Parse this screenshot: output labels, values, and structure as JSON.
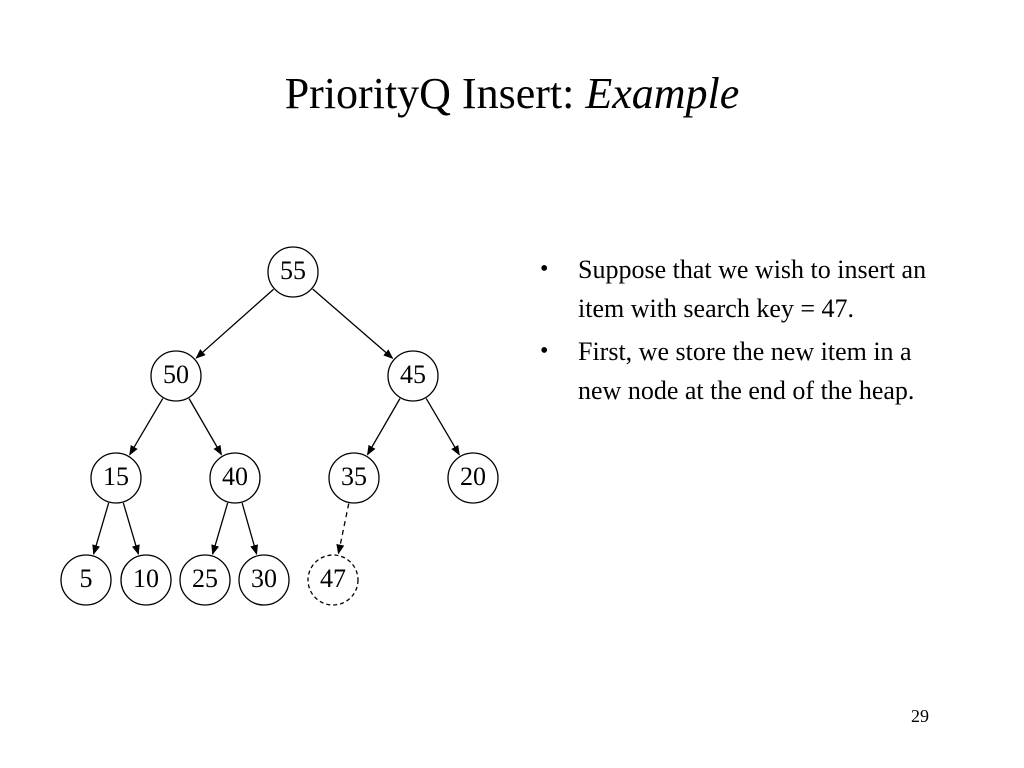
{
  "slide": {
    "title_main": "PriorityQ Insert: ",
    "title_emphasis": "Example",
    "page_number": "29"
  },
  "bullets": [
    "Suppose that we wish to insert an item with search key = 47.",
    "First, we store the new item in a new node at the end of the heap."
  ],
  "heap": {
    "nodes": [
      {
        "id": "n55",
        "label": "55",
        "style": "solid"
      },
      {
        "id": "n50",
        "label": "50",
        "style": "solid"
      },
      {
        "id": "n45",
        "label": "45",
        "style": "solid"
      },
      {
        "id": "n15",
        "label": "15",
        "style": "solid"
      },
      {
        "id": "n40",
        "label": "40",
        "style": "solid"
      },
      {
        "id": "n35",
        "label": "35",
        "style": "solid"
      },
      {
        "id": "n20",
        "label": "20",
        "style": "solid"
      },
      {
        "id": "n5",
        "label": "5",
        "style": "solid"
      },
      {
        "id": "n10",
        "label": "10",
        "style": "solid"
      },
      {
        "id": "n25",
        "label": "25",
        "style": "solid"
      },
      {
        "id": "n30",
        "label": "30",
        "style": "solid"
      },
      {
        "id": "n47",
        "label": "47",
        "style": "dashed"
      }
    ],
    "edges": [
      {
        "from": "n55",
        "to": "n50",
        "style": "solid"
      },
      {
        "from": "n55",
        "to": "n45",
        "style": "solid"
      },
      {
        "from": "n50",
        "to": "n15",
        "style": "solid"
      },
      {
        "from": "n50",
        "to": "n40",
        "style": "solid"
      },
      {
        "from": "n45",
        "to": "n35",
        "style": "solid"
      },
      {
        "from": "n45",
        "to": "n20",
        "style": "solid"
      },
      {
        "from": "n15",
        "to": "n5",
        "style": "solid"
      },
      {
        "from": "n15",
        "to": "n10",
        "style": "solid"
      },
      {
        "from": "n40",
        "to": "n25",
        "style": "solid"
      },
      {
        "from": "n40",
        "to": "n30",
        "style": "solid"
      },
      {
        "from": "n35",
        "to": "n47",
        "style": "dashed"
      }
    ]
  }
}
